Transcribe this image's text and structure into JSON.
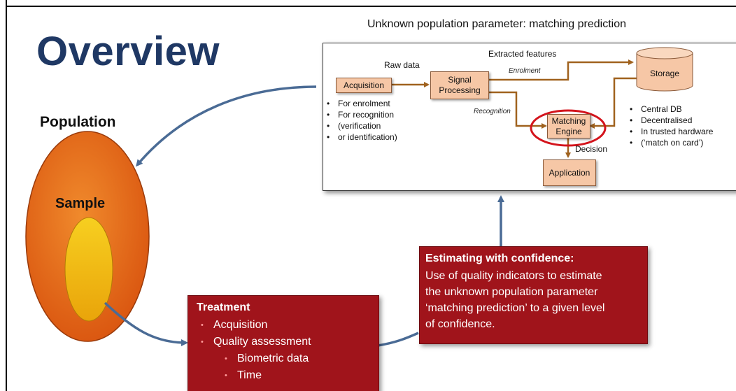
{
  "slide": {
    "title": "Overview",
    "heading": "Unknown population parameter:  matching prediction",
    "population_label": "Population",
    "sample_label": "Sample"
  },
  "diagram": {
    "labels": {
      "raw_data": "Raw data",
      "extracted_features": "Extracted features",
      "enrolment": "Enrolment",
      "recognition": "Recognition",
      "decision": "Decision"
    },
    "nodes": {
      "acquisition": "Acquisition",
      "signal_processing": [
        "Signal",
        "Processing"
      ],
      "storage": "Storage",
      "matching_engine": [
        "Matching",
        "Engine"
      ],
      "application": "Application"
    },
    "left_bullets": [
      "For enrolment",
      "For recognition",
      "(verification",
      " or identification)"
    ],
    "right_bullets": [
      "Central DB",
      "Decentralised",
      "In trusted hardware",
      "(‘match on card’)"
    ]
  },
  "treatment": {
    "title": "Treatment",
    "items": [
      "Acquisition",
      "Quality assessment"
    ],
    "subitems": [
      "Biometric data",
      "Time"
    ]
  },
  "estimating": {
    "title": "Estimating with confidence:",
    "lines": [
      "Use of  quality indicators to estimate",
      "the unknown population parameter",
      "‘matching prediction’ to a given level",
      "of confidence."
    ]
  },
  "colors": {
    "title": "#1f3864",
    "population_fill": "#e4661a",
    "sample_fill": "#f2b90c",
    "node_fill": "#f6c7a6",
    "flow_arrow": "#a0621e",
    "connector": "#4a6b95",
    "red_box": "#a0141b",
    "highlight": "#d4141c"
  }
}
